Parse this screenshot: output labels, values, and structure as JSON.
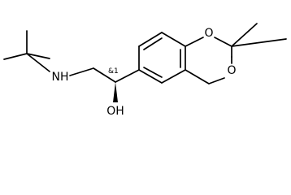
{
  "molecule": {
    "atoms": {
      "nh": "NH",
      "oh": "OH",
      "o_ring_top": "O",
      "o_ring_bottom": "O"
    },
    "stereo_annotation": "&1"
  },
  "colors": {
    "bond": "#000000",
    "background": "#ffffff"
  }
}
